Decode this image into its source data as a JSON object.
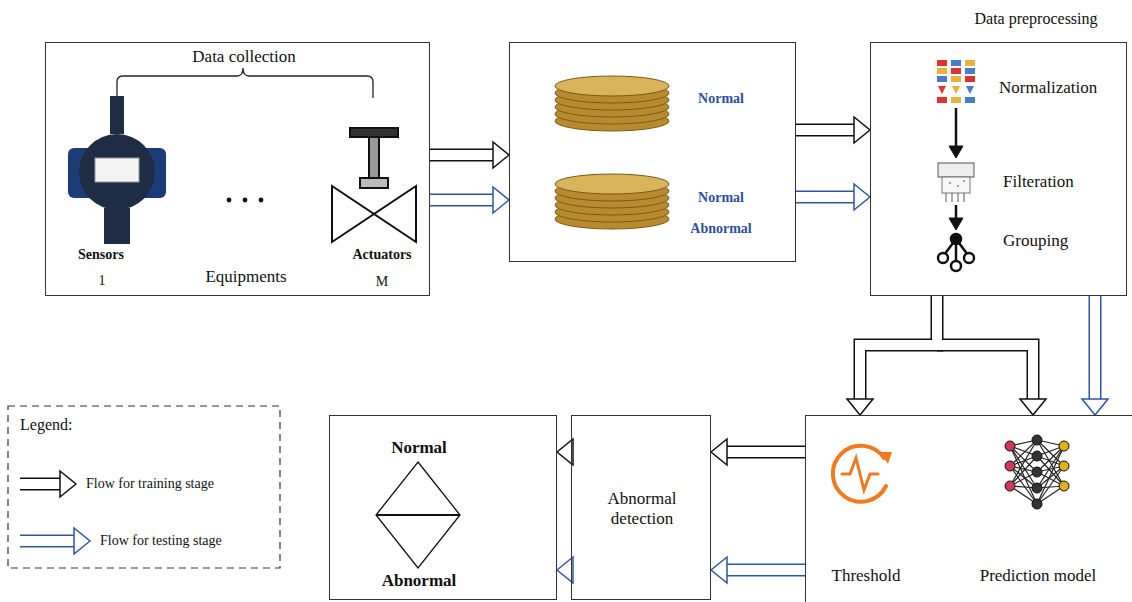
{
  "diagram": {
    "nodes": [
      {
        "text": [
          "Data collection",
          "Sensors",
          "1",
          "Equipments",
          "Actuators",
          "M"
        ]
      },
      {
        "text": [
          "Normal",
          "Normal",
          "Abnormal"
        ]
      },
      {
        "text": [
          "Data preprocessing",
          "Normalization",
          "Filteration",
          "Grouping"
        ]
      },
      {
        "text": [
          "Threshold",
          "Prediction model"
        ]
      },
      {
        "text": [
          "Abnormal detection"
        ]
      },
      {
        "text": [
          "Normal",
          "Abnormal"
        ]
      }
    ],
    "edges": [
      {
        "from": 0,
        "to": 1,
        "arrow": "to"
      },
      {
        "from": 0,
        "to": 1,
        "arrow": "to"
      },
      {
        "from": 1,
        "to": 2,
        "arrow": "to"
      },
      {
        "from": 1,
        "to": 2,
        "arrow": "to"
      },
      {
        "from": 2,
        "to": 3,
        "arrow": "to"
      },
      {
        "from": 2,
        "to": 3,
        "arrow": "to"
      },
      {
        "from": 3,
        "to": 4,
        "arrow": "to"
      },
      {
        "from": 3,
        "to": 4,
        "arrow": "to"
      },
      {
        "from": 4,
        "to": 5,
        "arrow": "to"
      },
      {
        "from": 4,
        "to": 5,
        "arrow": "to"
      }
    ],
    "labels": [
      "Legend:"
    ],
    "legend": [
      {
        "text": "Flow for training stage"
      },
      {
        "text": "Flow for testing stage"
      }
    ]
  }
}
